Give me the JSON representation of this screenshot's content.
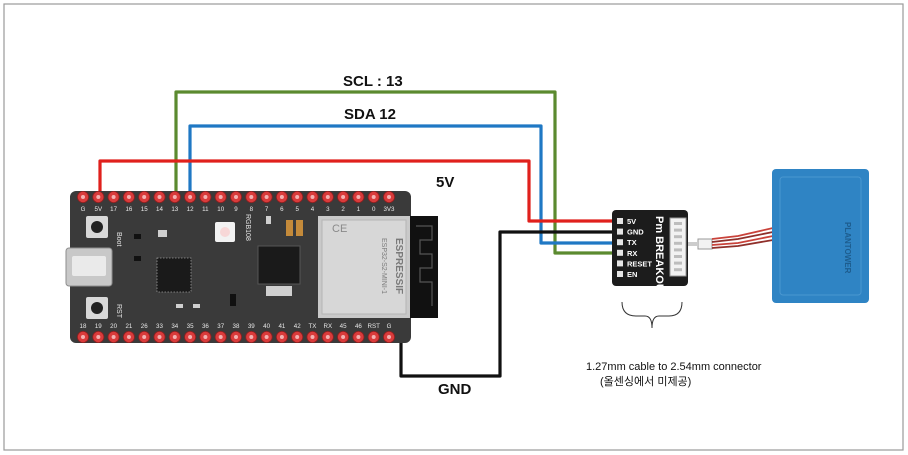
{
  "wires": {
    "scl": "SCL : 13",
    "sda": "SDA 12",
    "power": "5V",
    "ground": "GND",
    "scl_color": "#5b8a2f",
    "sda_color": "#1f78c4",
    "power_color": "#e0201c",
    "ground_color": "#111111"
  },
  "board": {
    "top_pins": [
      "G",
      "5V",
      "17",
      "16",
      "15",
      "14",
      "13",
      "12",
      "11",
      "10",
      "9",
      "8",
      "7",
      "6",
      "5",
      "4",
      "3",
      "2",
      "1",
      "0",
      "3V3"
    ],
    "bottom_pins": [
      "18",
      "19",
      "20",
      "21",
      "26",
      "33",
      "34",
      "35",
      "36",
      "37",
      "38",
      "39",
      "40",
      "41",
      "42",
      "TX",
      "RX",
      "45",
      "46",
      "RST",
      "G"
    ],
    "boot_label": "Boot",
    "rst_label": "RST",
    "rgb_label": "RGB108",
    "module_brand": "ESPRESSIF",
    "module_model": "ESP32-S2-MINI-1",
    "board_color": "#3a3a3a",
    "pin_color": "#d93b3b"
  },
  "breakout": {
    "title": "Pm BREAKOUT",
    "pins": [
      "5V",
      "GND",
      "TX",
      "RX",
      "RESET",
      "EN"
    ]
  },
  "sensor": {
    "brand": "PLANTOWER",
    "color": "#2f84c4"
  },
  "note": {
    "line1": "1.27mm cable to 2.54mm connector",
    "line2": "(올센싱에서 미제공)"
  }
}
